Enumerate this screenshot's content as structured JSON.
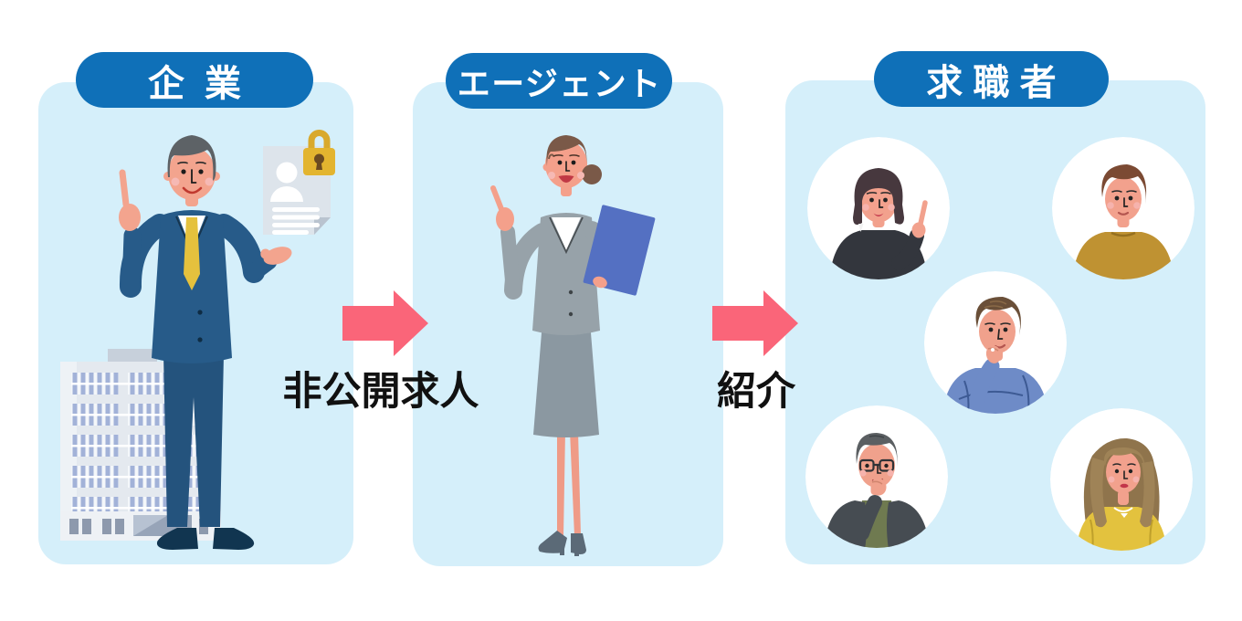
{
  "panels": [
    {
      "id": "company",
      "label": "企業"
    },
    {
      "id": "agent",
      "label": "エージェント"
    },
    {
      "id": "jobseekers",
      "label": "求職者"
    }
  ],
  "flows": [
    {
      "from": "company",
      "to": "agent",
      "label": "非公開求人"
    },
    {
      "from": "agent",
      "to": "jobseekers",
      "label": "紹介"
    }
  ],
  "illustrations": {
    "company": [
      "businessman-pointing-up",
      "office-building",
      "confidential-document",
      "lock-icon"
    ],
    "agent": [
      "businesswoman-pointing-up-with-blue-folder"
    ],
    "jobseekers": [
      "woman-dark-bob-pointing",
      "man-brown-hair-mustard-sweater",
      "man-blue-sweater-thinking",
      "man-glasses-thinking",
      "woman-long-hair-yellow-top"
    ]
  },
  "colors": {
    "background": "#ffffff",
    "panel_bg": "#d5effa",
    "pill_bg": "#0f70b8",
    "pill_text": "#ffffff",
    "arrow": "#fa6579",
    "label_text": "#111111",
    "suit_navy": "#275b89",
    "agent_suit_gray": "#97a2a9",
    "folder_blue": "#5470c2",
    "lock_gold": "#e3b42f"
  }
}
